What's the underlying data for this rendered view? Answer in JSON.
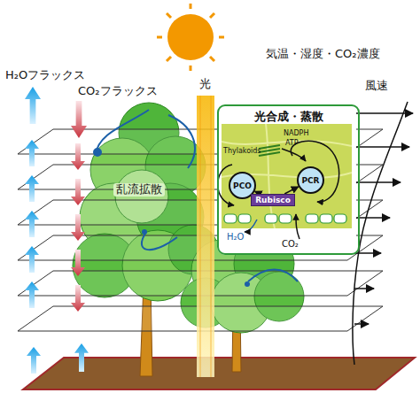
{
  "diagram": {
    "nodes": [
      {
        "text": [
          "光合成・蒸散"
        ]
      },
      {
        "text": [
          "PCO"
        ],
        "in": 0
      },
      {
        "text": [
          "Rubisco"
        ],
        "in": 0
      },
      {
        "text": [
          "PCR"
        ],
        "in": 0
      }
    ],
    "edges": [
      {
        "from": 2,
        "to": 1,
        "arrow": "to"
      },
      {
        "from": 2,
        "to": 3,
        "arrow": "to"
      }
    ],
    "labels": [
      "H₂Oフラックス",
      "CO₂フラックス",
      "光",
      "気温・湿度・CO₂濃度",
      "風速",
      "乱流拡散",
      "Thylakoids",
      "NADPH",
      "ATP",
      "H₂O",
      "CO₂"
    ]
  }
}
